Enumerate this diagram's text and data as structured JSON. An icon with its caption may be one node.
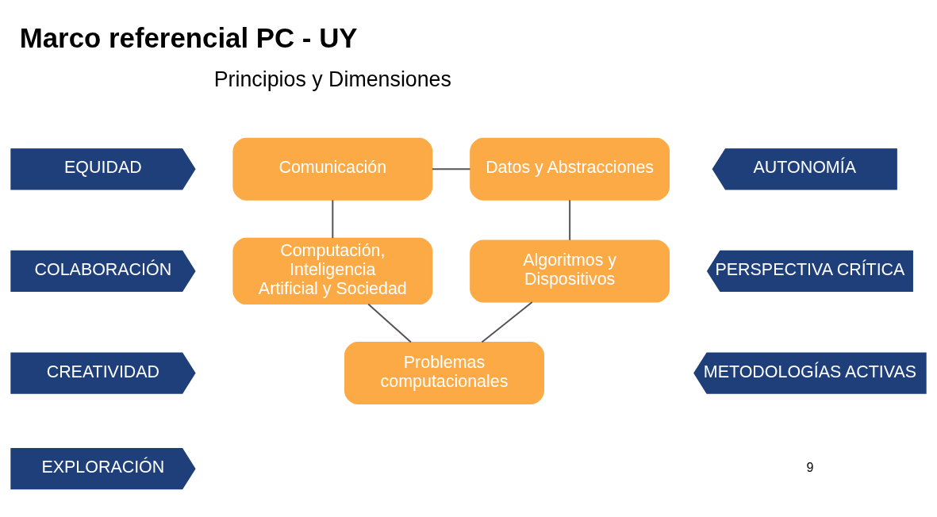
{
  "diagram": {
    "title": "Marco referencial PC - UY",
    "nodes": [
      {
        "text": [
          "Comunicación"
        ]
      },
      {
        "text": [
          "Datos y Abstracciones"
        ]
      },
      {
        "text": [
          "Computación, Inteligencia Artificial y Sociedad"
        ]
      },
      {
        "text": [
          "Algoritmos y Dispositivos"
        ]
      },
      {
        "text": [
          "Problemas computacionales"
        ]
      },
      {
        "text": [
          "EQUIDAD"
        ]
      },
      {
        "text": [
          "COLABORACIÓN"
        ]
      },
      {
        "text": [
          "CREATIVIDAD"
        ]
      },
      {
        "text": [
          "EXPLORACIÓN"
        ]
      },
      {
        "text": [
          "AUTONOMÍA"
        ]
      },
      {
        "text": [
          "PERSPECTIVA CRÍTICA"
        ]
      },
      {
        "text": [
          "METODOLOGÍAS ACTIVAS"
        ]
      }
    ],
    "edges": [
      {
        "from": 0,
        "to": 1,
        "arrow": "none"
      },
      {
        "from": 0,
        "to": 2,
        "arrow": "none"
      },
      {
        "from": 1,
        "to": 3,
        "arrow": "none"
      },
      {
        "from": 2,
        "to": 4,
        "arrow": "none"
      },
      {
        "from": 3,
        "to": 4,
        "arrow": "none"
      }
    ],
    "labels": [
      "Principios y Dimensiones",
      "9"
    ]
  }
}
